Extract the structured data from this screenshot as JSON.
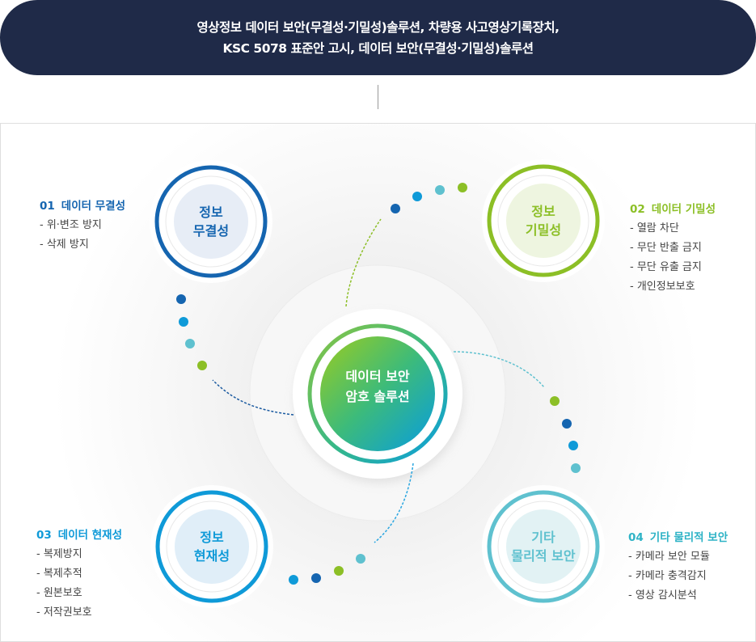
{
  "header": {
    "line1": "영상정보 데이터 보안(무결성·기밀성)솔루션, 차량용 사고영상기록장치,",
    "line2": "KSC 5078 표준안 고시, 데이터 보안(무결성·기밀성)솔루션"
  },
  "center": {
    "line1": "데이터 보안",
    "line2": "암호 솔루션"
  },
  "nodes": [
    {
      "ring_line1": "정보",
      "ring_line2": "무결성",
      "num": "01",
      "title": "데이터 무결성",
      "items": [
        "위·변조 방지",
        "삭제 방지"
      ],
      "color": "#1565b0"
    },
    {
      "ring_line1": "정보",
      "ring_line2": "기밀성",
      "num": "02",
      "title": "데이터 기밀성",
      "items": [
        "열람 차단",
        "무단 반출 금지",
        "무단 유출 금지",
        "개인정보보호"
      ],
      "color": "#8cbf26"
    },
    {
      "ring_line1": "정보",
      "ring_line2": "현재성",
      "num": "03",
      "title": "데이터 현재성",
      "items": [
        "복제방지",
        "복제추적",
        "원본보호",
        "저작권보호"
      ],
      "color": "#0f9ad8"
    },
    {
      "ring_line1": "기타",
      "ring_line2": "물리적 보안",
      "num": "04",
      "title": "기타 물리적 보안",
      "items": [
        "카메라 보안 모듈",
        "카메라 충격감지",
        "영상 감시분석"
      ],
      "color": "#5fc1cf"
    }
  ]
}
